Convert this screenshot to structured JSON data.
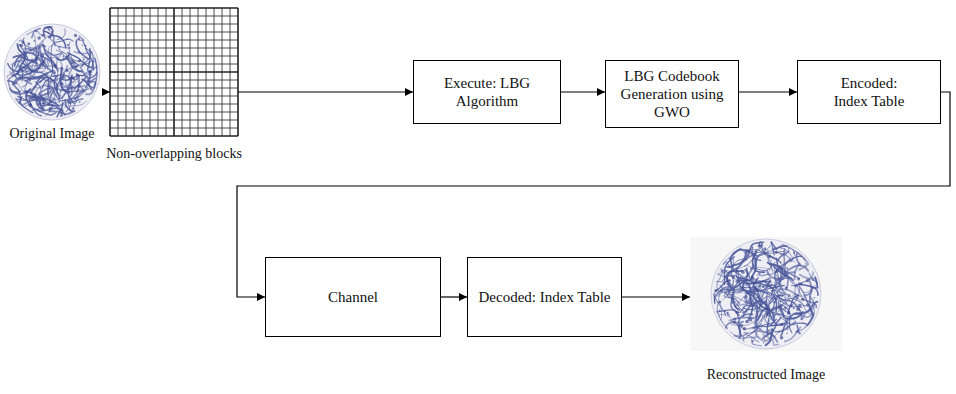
{
  "diagram": {
    "nodes": [
      {
        "text": [
          "Original Image"
        ]
      },
      {
        "text": [
          "Non-overlapping blocks"
        ]
      },
      {
        "text": [
          "Execute: LBG Algorithm"
        ]
      },
      {
        "text": [
          "LBG Codebook Generation using GWO"
        ]
      },
      {
        "text": [
          "Encoded: Index Table"
        ]
      },
      {
        "text": [
          "Channel"
        ]
      },
      {
        "text": [
          "Decoded: Index Table"
        ]
      },
      {
        "text": [
          "Reconstructed Image"
        ]
      }
    ],
    "edges": [
      {
        "from": 0,
        "to": 1,
        "arrow": "to"
      },
      {
        "from": 1,
        "to": 2,
        "arrow": "to"
      },
      {
        "from": 2,
        "to": 3,
        "arrow": "to"
      },
      {
        "from": 3,
        "to": 4,
        "arrow": "to"
      },
      {
        "from": 4,
        "to": 5,
        "arrow": "to"
      },
      {
        "from": 5,
        "to": 6,
        "arrow": "to"
      },
      {
        "from": 6,
        "to": 7,
        "arrow": "to"
      }
    ]
  }
}
